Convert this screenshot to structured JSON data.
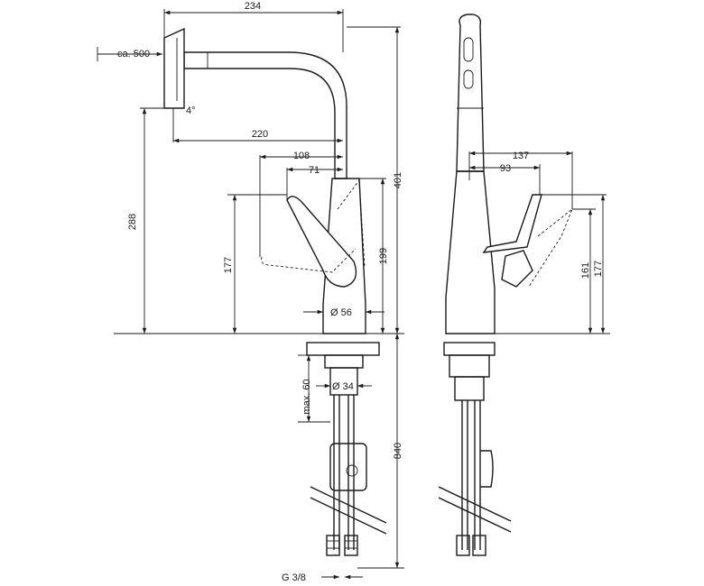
{
  "side_view": {
    "dims": {
      "overall_reach": "234",
      "hose_extension": "ca. 500",
      "spray_angle": "4°",
      "spout_reach": "220",
      "lever_offset": "108",
      "lever_offset_closed": "71",
      "height_to_spout": "401",
      "spout_outlet_height": "288",
      "lever_height": "199",
      "lever_height_closed": "177",
      "body_diameter": "Ø 56",
      "max_counter_thickness": "max. 60",
      "hole_diameter": "Ø 34",
      "hose_length": "840",
      "connection_thread": "G 3/8"
    }
  },
  "front_view": {
    "dims": {
      "lever_reach_open": "137",
      "lever_reach_closed": "93",
      "lever_height_front": "161",
      "lever_height_front_open": "177"
    }
  }
}
